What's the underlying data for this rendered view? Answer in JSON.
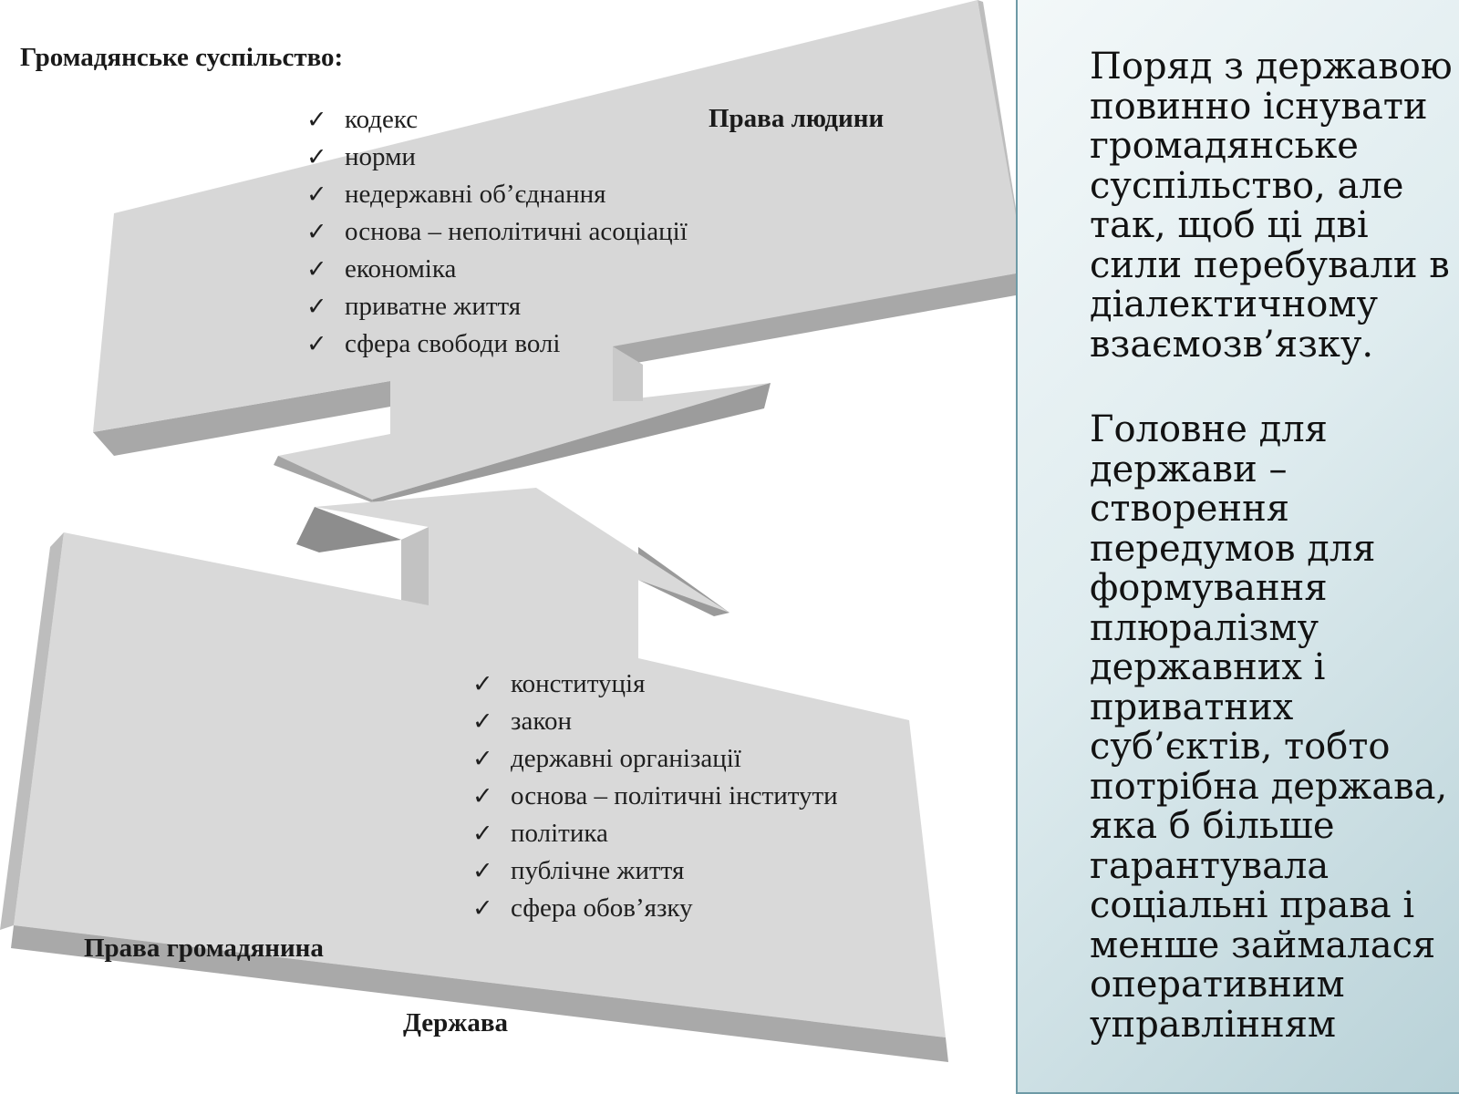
{
  "diagram": {
    "civil_society_heading": "Громадянське суспільство:",
    "human_rights_label": "Права людини",
    "citizen_rights_label": "Права громадянина",
    "state_label": "Держава",
    "civil_society_items": [
      "кодекс",
      "норми",
      "недержавні об’єднання",
      "основа – неполітичні асоціації",
      "економіка",
      "приватне життя",
      "сфера свободи волі"
    ],
    "state_items": [
      "конституція",
      "закон",
      "державні організації",
      "основа – політичні інститути",
      "політика",
      "публічне життя",
      "сфера обов’язку"
    ],
    "check_glyph": "✓"
  },
  "side_panel": {
    "paragraph_1": "Поряд з державою\nповинно існувати\nгромадянське\nсуспільство, але\nтак, щоб ці дві\nсили перебували в\nдіалектичному\nвзаємозв’язку.",
    "paragraph_2": "Головне для\nдержави –\nстворення\nпередумов для\nформування\nплюралізму\nдержавних і\nприватних\nсуб’єктів, тобто\nпотрібна держава,\nяка б більше\nгарантувала\nсоціальні права і\nменше займалася\nоперативним\nуправлінням"
  }
}
